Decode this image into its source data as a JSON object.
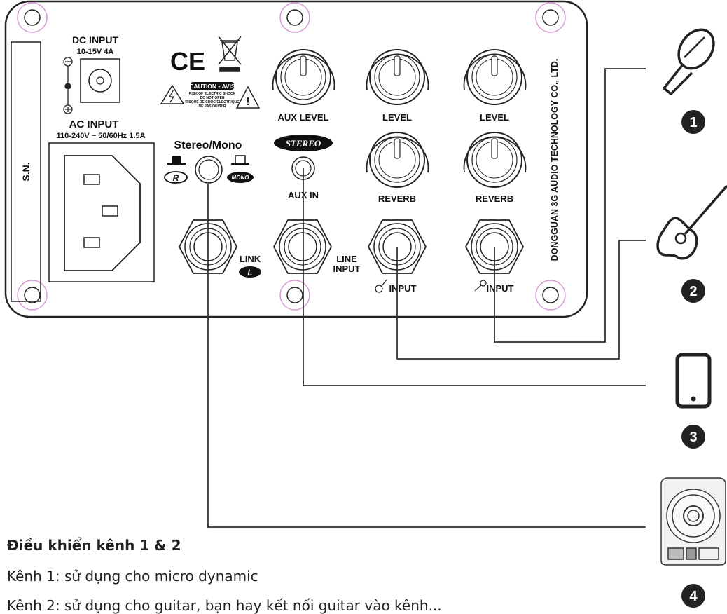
{
  "panel": {
    "dc_input_title": "DC INPUT",
    "dc_input_spec": "10-15V 4A",
    "ac_input_title": "AC INPUT",
    "ac_input_spec": "110-240V ~ 50/60Hz 1.5A",
    "sn_label": "S.N.",
    "ce_mark": "CE",
    "caution_title": "CAUTION • AVIS",
    "caution_line1": "RISK OF ELECTRIC SHOCK",
    "caution_line2": "DO NOT OPEN",
    "caution_line3": "RISQUE DE CHOC ELECTRIQUE",
    "caution_line4": "NE PAS OUVRIR",
    "stereo_mono_label": "Stereo/Mono",
    "r_badge": "R",
    "mono_badge": "MONO",
    "stereo_badge": "STEREO",
    "aux_level_label": "AUX LEVEL",
    "level_label_1": "LEVEL",
    "level_label_2": "LEVEL",
    "reverb_label_1": "REVERB",
    "reverb_label_2": "REVERB",
    "aux_in_label": "AUX IN",
    "link_label": "LINK",
    "l_badge": "L",
    "line_input_label_1": "LINE",
    "line_input_label_2": "INPUT",
    "guitar_input_label": "INPUT",
    "mic_input_label": "INPUT",
    "manufacturer": "DONGGUAN 3G AUDIO TECHNOLOGY CO., LTD."
  },
  "devices": [
    {
      "number": "1",
      "icon": "microphone-icon"
    },
    {
      "number": "2",
      "icon": "guitar-icon"
    },
    {
      "number": "3",
      "icon": "smartphone-icon"
    },
    {
      "number": "4",
      "icon": "speaker-icon"
    }
  ],
  "caption": {
    "heading": "Điều khiển kênh 1 & 2",
    "line1": "Kênh 1: sử dụng cho micro dynamic",
    "line2": "Kênh 2: sử dụng cho guitar, bạn hay kết nối guitar vào kênh..."
  }
}
